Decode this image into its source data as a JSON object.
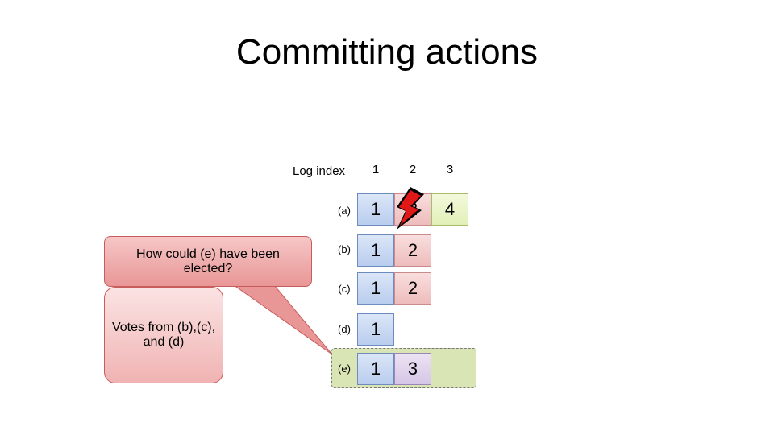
{
  "title": "Committing actions",
  "log_index_label": "Log index",
  "indices": [
    "1",
    "2",
    "3"
  ],
  "rows": [
    {
      "label": "(a)",
      "entries": [
        "1",
        "2",
        "4"
      ]
    },
    {
      "label": "(b)",
      "entries": [
        "1",
        "2"
      ]
    },
    {
      "label": "(c)",
      "entries": [
        "1",
        "2"
      ]
    },
    {
      "label": "(d)",
      "entries": [
        "1"
      ]
    },
    {
      "label": "(e)",
      "entries": [
        "1",
        "3"
      ]
    }
  ],
  "callout": "How could (e) have been elected?",
  "votes_box": "Votes from (b),(c), and (d)",
  "icons": {
    "crash": "lightning-bolt-icon"
  },
  "colors": {
    "term1": "#c9d9f3",
    "term2": "#f4cccc",
    "term3": "#e0d4ec",
    "term4": "#e9f5c9",
    "highlight": "#d9e5b5",
    "callout": "#ee9f9f"
  }
}
